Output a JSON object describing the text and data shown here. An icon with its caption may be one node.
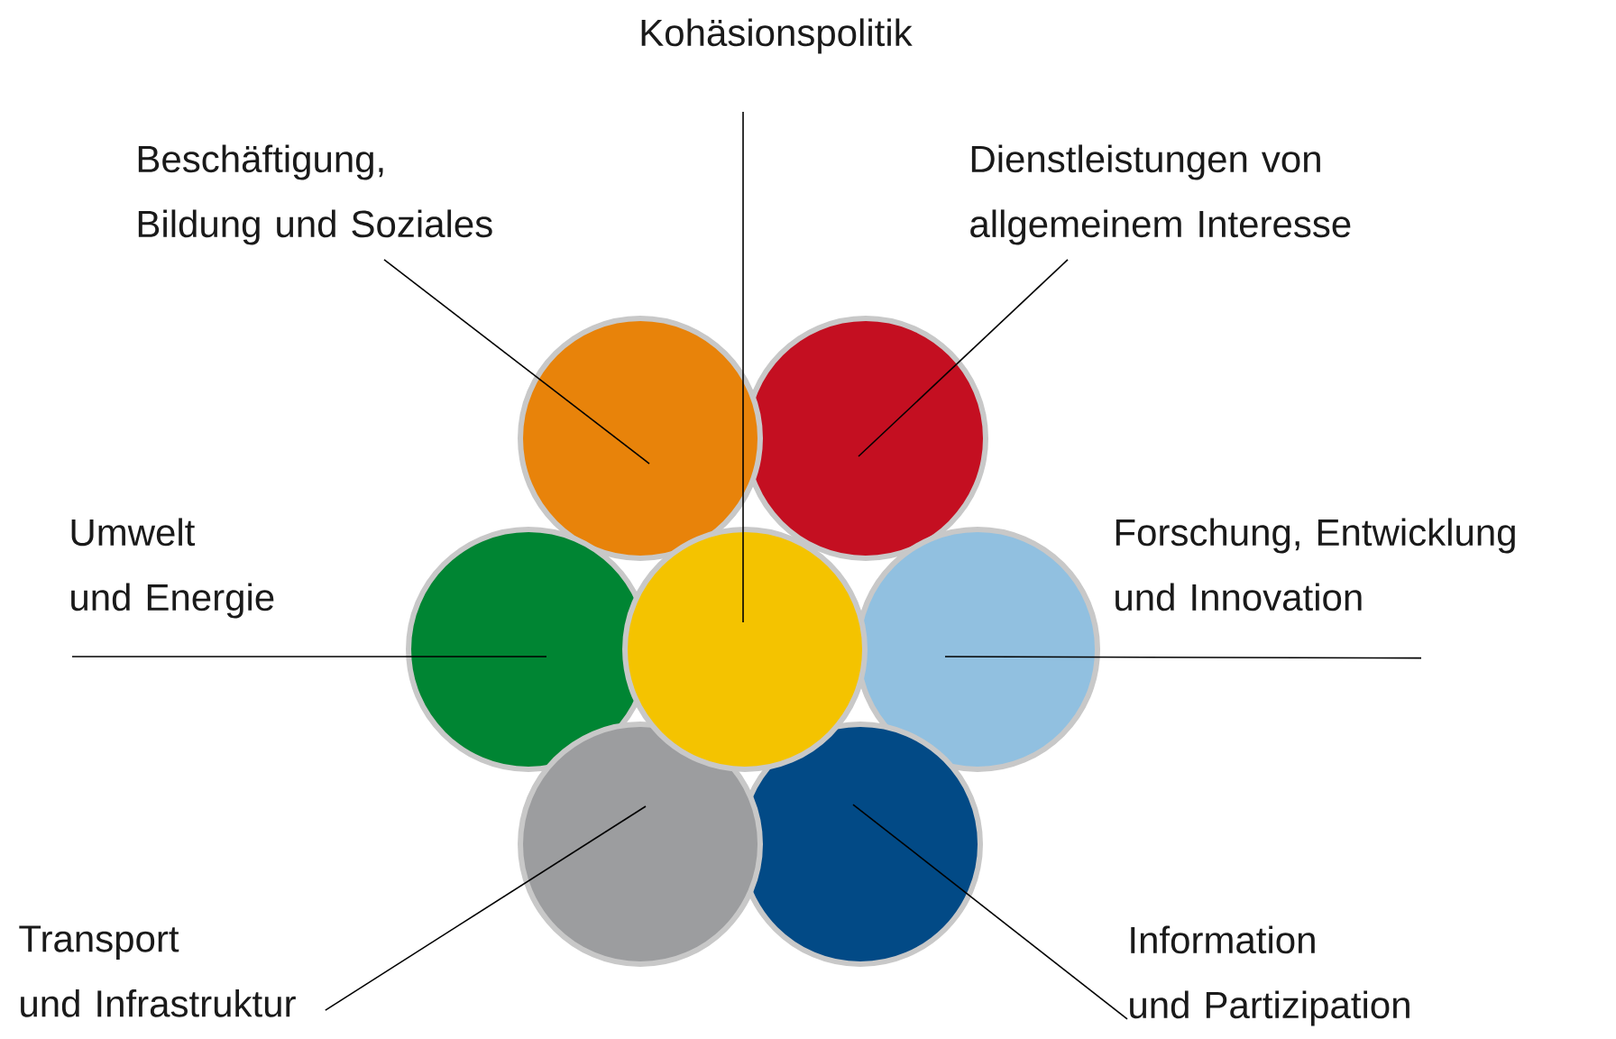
{
  "diagram": {
    "nodes": [
      {
        "text": [
          "Kohäsionspolitik"
        ]
      },
      {
        "text": [
          "Beschäftigung, Bildung und Soziales"
        ]
      },
      {
        "text": [
          "Dienstleistungen von allgemeinem Interesse"
        ]
      },
      {
        "text": [
          "Umwelt und Energie"
        ]
      },
      {
        "text": [
          "Forschung, Entwicklung und Innovation"
        ]
      },
      {
        "text": [
          "Transport und Infrastruktur"
        ]
      },
      {
        "text": [
          "Information und Partizipation"
        ]
      },
      {
        "text": [],
        "shape": "circle"
      },
      {
        "text": [],
        "shape": "circle"
      },
      {
        "text": [],
        "shape": "circle"
      },
      {
        "text": [],
        "shape": "circle"
      },
      {
        "text": [],
        "shape": "circle"
      },
      {
        "text": [],
        "shape": "circle"
      },
      {
        "text": [],
        "shape": "circle"
      }
    ],
    "edges": [
      {
        "from": 0,
        "to": 10,
        "arrow": "none"
      },
      {
        "from": 1,
        "to": 7,
        "arrow": "none"
      },
      {
        "from": 2,
        "to": 8,
        "arrow": "none"
      },
      {
        "from": 3,
        "to": 9,
        "arrow": "none"
      },
      {
        "from": 4,
        "to": 11,
        "arrow": "none"
      },
      {
        "from": 5,
        "to": 12,
        "arrow": "none"
      },
      {
        "from": 6,
        "to": 13,
        "arrow": "none"
      }
    ]
  }
}
